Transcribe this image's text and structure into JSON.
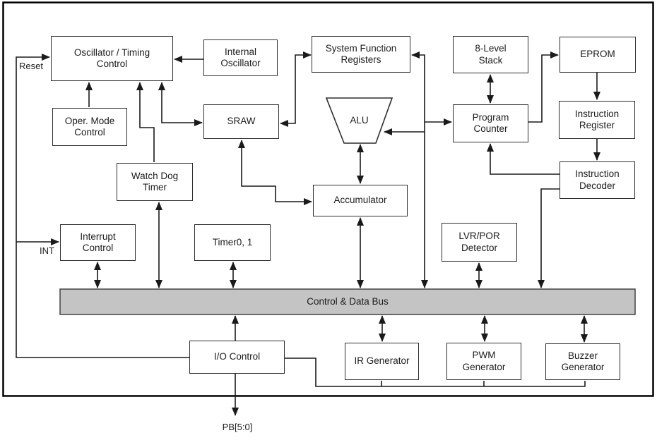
{
  "diagram": {
    "bus": {
      "label": "Control & Data Bus"
    },
    "pins": {
      "reset": "Reset",
      "int": "INT",
      "pb": "PB[5:0]"
    },
    "nodes": {
      "osc_timing": {
        "label": "Oscillator / Timing\nControl"
      },
      "internal_osc": {
        "label": "Internal\nOscillator"
      },
      "sfr": {
        "label": "System Function\nRegisters"
      },
      "stack": {
        "label": "8-Level\nStack"
      },
      "eprom": {
        "label": "EPROM"
      },
      "oper_mode": {
        "label": "Oper. Mode\nControl"
      },
      "sraw": {
        "label": "SRAW"
      },
      "wdt": {
        "label": "Watch Dog\nTimer"
      },
      "pc": {
        "label": "Program\nCounter"
      },
      "instr_reg": {
        "label": "Instruction\nRegister"
      },
      "instr_dec": {
        "label": "Instruction\nDecoder"
      },
      "alu": {
        "label": "ALU"
      },
      "accumulator": {
        "label": "Accumulator"
      },
      "int_ctrl": {
        "label": "Interrupt\nControl"
      },
      "timer01": {
        "label": "Timer0, 1"
      },
      "lvr_por": {
        "label": "LVR/POR\nDetector"
      },
      "io_ctrl": {
        "label": "I/O Control"
      },
      "ir_gen": {
        "label": "IR Generator"
      },
      "pwm_gen": {
        "label": "PWM\nGenerator"
      },
      "buzzer_gen": {
        "label": "Buzzer\nGenerator"
      }
    },
    "connections": [
      {
        "from": "io_ctrl",
        "to": "osc_timing",
        "style": "arrow",
        "via": "Reset line"
      },
      {
        "from": "reset_line",
        "to": "int_ctrl",
        "style": "arrow",
        "via": "INT branch"
      },
      {
        "from": "internal_osc",
        "to": "osc_timing",
        "style": "arrow"
      },
      {
        "from": "oper_mode",
        "to": "osc_timing",
        "style": "arrow"
      },
      {
        "from": "wdt",
        "to": "osc_timing",
        "style": "arrow"
      },
      {
        "from": "osc_timing",
        "to": "sraw",
        "style": "double"
      },
      {
        "from": "sraw",
        "to": "sfr",
        "style": "double"
      },
      {
        "from": "sfr",
        "to": "bus",
        "style": "double"
      },
      {
        "from": "sfr_trunk",
        "to": "pc",
        "style": "arrow"
      },
      {
        "from": "sfr_trunk",
        "to": "alu",
        "style": "arrow"
      },
      {
        "from": "stack",
        "to": "pc",
        "style": "double"
      },
      {
        "from": "pc",
        "to": "eprom",
        "style": "arrow"
      },
      {
        "from": "eprom",
        "to": "instr_reg",
        "style": "arrow"
      },
      {
        "from": "instr_reg",
        "to": "instr_dec",
        "style": "arrow"
      },
      {
        "from": "instr_dec",
        "to": "pc",
        "style": "arrow"
      },
      {
        "from": "instr_dec",
        "to": "bus",
        "style": "arrow"
      },
      {
        "from": "alu",
        "to": "accumulator",
        "style": "double"
      },
      {
        "from": "sraw",
        "to": "accumulator",
        "style": "double"
      },
      {
        "from": "int_ctrl",
        "to": "bus",
        "style": "double"
      },
      {
        "from": "wdt",
        "to": "bus",
        "style": "double"
      },
      {
        "from": "timer01",
        "to": "bus",
        "style": "double"
      },
      {
        "from": "accumulator",
        "to": "bus",
        "style": "double"
      },
      {
        "from": "lvr_por",
        "to": "bus",
        "style": "double"
      },
      {
        "from": "io_ctrl",
        "to": "bus",
        "style": "arrow"
      },
      {
        "from": "bus",
        "to": "ir_gen",
        "style": "double"
      },
      {
        "from": "bus",
        "to": "pwm_gen",
        "style": "double"
      },
      {
        "from": "bus",
        "to": "buzzer_gen",
        "style": "double"
      },
      {
        "from": "io_ctrl",
        "to": "PB[5:0]",
        "style": "arrow"
      },
      {
        "from": "io_ctrl",
        "to": "ir_gen,pwm_gen,buzzer_gen",
        "style": "plain"
      }
    ],
    "colors": {
      "background": "#ffffff",
      "line": "#1a1a1a",
      "box_border": "#2e2e2e",
      "frame": "#000000",
      "bus_fill": "#c4c4c4",
      "bus_border": "#4d4d4d",
      "text": "#1c1c1c"
    }
  }
}
